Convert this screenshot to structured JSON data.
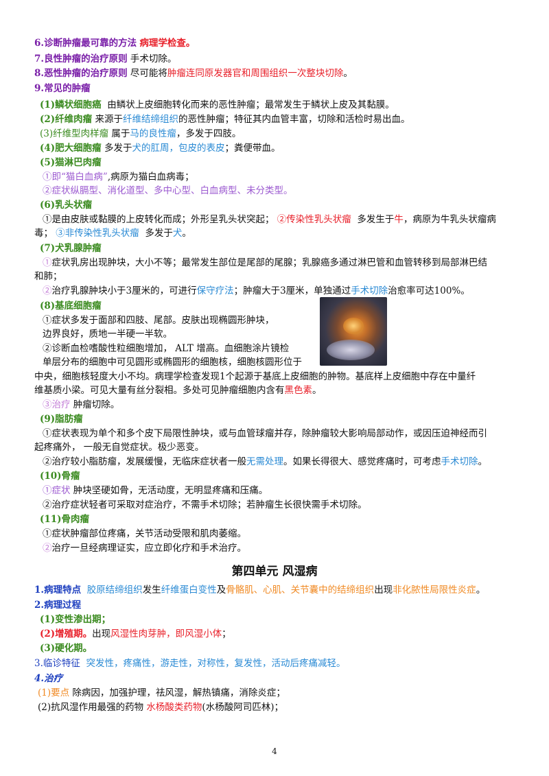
{
  "items": {
    "i6_head": "6.诊断肿瘤最可靠的方法",
    "i6_val": "病理学检查。",
    "i7_head": "7.良性肿瘤的治疗原则",
    "i7_text": "手术切除。",
    "i8_head": "8.恶性肿瘤的治疗原则",
    "i8_pre": "尽可能将",
    "i8_val": "肿瘤连同原发器官和周围组织一次整块切除",
    "i8_end": "。",
    "i9_head": "9.常见的肿瘤"
  },
  "tumors": {
    "t1_head": "(1)鳞状细胞癌",
    "t1_text": "由鳞状上皮细胞转化而来的恶性肿瘤；最常发生于鳞状上皮及其黏膜。",
    "t2_head": "(2)纤维肉瘤",
    "t2_pre": "来源于",
    "t2_val": "纤维结缔组织",
    "t2_post": "的恶性肿瘤；特征其内血管丰富，切除和活检时易出血。",
    "t3_head": "(3)纤维型肉样瘤",
    "t3_pre": "属于",
    "t3_val": "马的良性瘤",
    "t3_post": "，多发于四肢。",
    "t4_head": "(4)肥大细胞瘤",
    "t4_pre": "多发于",
    "t4_val": "犬的肛周，包皮的表皮",
    "t4_post": "；粪便带血。",
    "t5_head": "(5)猫淋巴肉瘤",
    "t5_l1_val": "①即“猫白血病”",
    "t5_l1_post": ",病原为猫白血病毒；",
    "t5_l2_val": "②症状纵膈型、消化道型、多中心型、白血病型、未分类型。",
    "t6_head": "(6)乳头状瘤",
    "t6_p1": "①是由皮肤或黏膜的上皮转化而成；外形呈乳头状突起；",
    "t6_red": "②传染性乳头状瘤",
    "t6_p2": "多发生于",
    "t6_cow": "牛",
    "t6_p3": "，病原为牛乳头状瘤病",
    "t6_p4": "毒；",
    "t6_blue": "③非传染性乳头状瘤",
    "t6_p5": "多发于",
    "t6_dog": "犬",
    "t6_p6": "。",
    "t7_head": "(7)犬乳腺肿瘤",
    "t7_n1": "①",
    "t7_p1": "症状乳房出现肿块，大小不等；最常发生部位是尾部的尾腺；乳腺癌多通过淋巴管和血管转移到局部淋巴结",
    "t7_p1b": "和肺；",
    "t7_n2": "②",
    "t7_p2": "治疗乳腺肿块小于3厘米的，可进行",
    "t7_b1": "保守疗法",
    "t7_p3": "；肿瘤大于3厘米，单独通过",
    "t7_b2": "手术切除",
    "t7_p4": "治愈率可达100%。",
    "t8_head": "(8)基底细胞瘤",
    "t8_l1": "①症状多发于面部和四肢、尾部。皮肤出现椭圆形肿块，",
    "t8_l2": "边界良好，质地一半硬一半软。",
    "t8_l3": "②诊断血检嗜酸性粒细胞增加， ALT 增高。血细胞涂片镜检",
    "t8_l4": "单层分布的细胞中可见圆形或椭圆形的细胞核，细胞核圆形位于",
    "t8_l5": "中央，细胞核轻度大小不均。病理学检查发现1个起源于基底上皮细胞的肿物。基底样上皮细胞中存在中量纤",
    "t8_l6a": "维基质小梁。可见大量有丝分裂相。多处可见肿瘤细胞内含有",
    "t8_l6b": "黑色素",
    "t8_l6c": "。",
    "t8_l7a": "③治疗",
    "t8_l7b": "肿瘤切除。",
    "t9_head": "(9)脂肪瘤",
    "t9_p1": "①症状表现为单个和多个皮下局限性肿块，或与血管球瘤并存，除肿瘤较大影响局部动作，或因压迫神经而引",
    "t9_p1b": "起疼痛外，    一般无自觉症状。极少恶变。",
    "t9_p2": "②治疗较小脂肪瘤，发展缓慢，无临床症状者一般",
    "t9_b1": "无需处理",
    "t9_p3": "。如果长得很大、感觉疼痛时，可考虑",
    "t9_b2": "手术切除",
    "t9_p4": "。",
    "t10_head": "(10)骨瘤",
    "t10_l1a": "①症状",
    "t10_l1b": "肿块坚硬如骨，无活动度，无明显疼痛和压痛。",
    "t10_l2": "②治疗症状轻者可采取对症治疗，不需手术切除；若肿瘤生长很快需手术切除。",
    "t11_head": "(11)骨肉瘤",
    "t11_l1": "①症状肿瘤部位疼痛，关节活动受限和肌肉萎缩。",
    "t11_l2a": "②",
    "t11_l2b": "治疗一旦经病理证实，应立即化疗和手术治疗。"
  },
  "unit4": {
    "title": "第四单元    风湿病",
    "p1_head": "1.病理特点",
    "p1_a": "胶原结缔组织",
    "p1_b": "发生",
    "p1_c": "纤维蛋白变性",
    "p1_d": "及",
    "p1_e": "骨骼肌、心肌、关节囊中的结缔组织",
    "p1_f": "出现",
    "p1_g": "非化脓性局限性炎症",
    "p1_h": "。",
    "p2_head": "2.病理过程",
    "p2_s1": "(1)变性渗出期；",
    "p2_s2a": "(2)增殖期。",
    "p2_s2b": "出现",
    "p2_s2c": "风湿性肉芽肿，即风湿小体",
    "p2_s2d": "；",
    "p2_s3": "(3)硬化期。",
    "p3_head": "3.临诊特征",
    "p3_text": "突发性，疼痛性，游走性，对称性，复发性，活动后疼痛减轻。",
    "p4_head": "4.治疗",
    "p4_l1a": "(1)要点",
    "p4_l1b": "除病因，加强护理，祛风湿，解热镇痛，消除炎症；",
    "p4_l2a": "(2)抗风湿作用最强的药物",
    "p4_l2b": "水杨酸类药物",
    "p4_l2c": "(水杨酸阿司匹林)；"
  },
  "page_number": "4",
  "colors": {
    "purple": "#7a1fa8",
    "green": "#3a8a1f",
    "red": "#e8202a",
    "blue": "#2a8ad4",
    "orange": "#f08a24"
  }
}
